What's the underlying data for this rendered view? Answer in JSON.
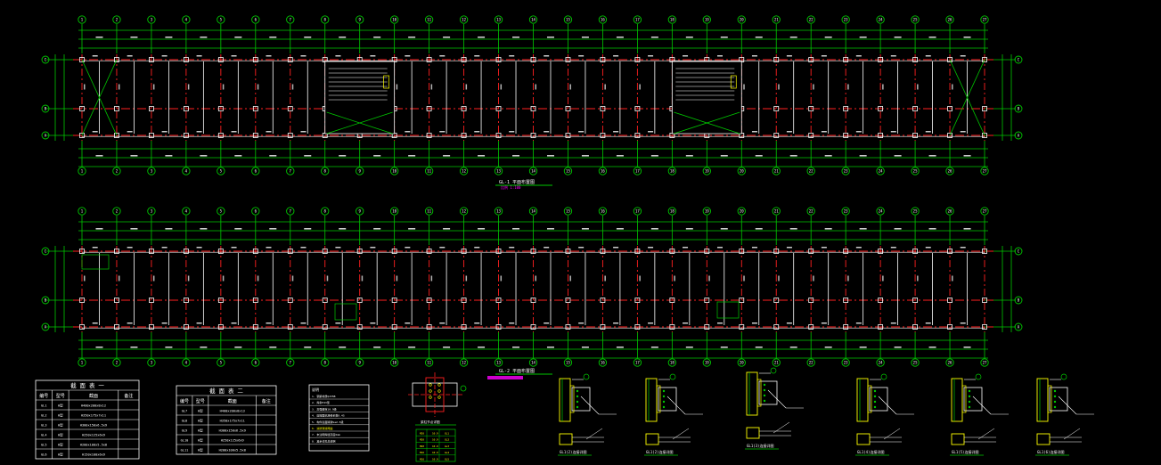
{
  "colors": {
    "background": "#000000",
    "grid": "#00c800",
    "column_line": "#ff2020",
    "beam": "#ffffff",
    "yellow": "#ffff00",
    "cyan": "#00ffff",
    "magenta": "#ff00ff"
  },
  "column_axes": [
    "1",
    "2",
    "3",
    "4",
    "5",
    "6",
    "7",
    "8",
    "9",
    "10",
    "11",
    "12",
    "13",
    "14",
    "15",
    "16",
    "17",
    "18",
    "19",
    "20",
    "21",
    "22",
    "23",
    "24",
    "25",
    "26",
    "27"
  ],
  "row_axes": [
    "C",
    "B",
    "A"
  ],
  "plan1": {
    "title": "GL-1 平面布置图"
  },
  "plan2": {
    "title": "GL-2 平面布置图"
  },
  "table1": {
    "title": "截 面 表 一",
    "headers": [
      "编号",
      "型号",
      "截面",
      "备注"
    ],
    "rows": [
      [
        "GL1",
        "H型",
        "H400x200x8x12",
        ""
      ],
      [
        "GL2",
        "H型",
        "H350x175x7x11",
        ""
      ],
      [
        "GL3",
        "H型",
        "H300x150x6.5x9",
        ""
      ],
      [
        "GL4",
        "H型",
        "H250x125x6x9",
        ""
      ],
      [
        "GL5",
        "H型",
        "H200x100x5.5x8",
        ""
      ],
      [
        "GL6",
        "H型",
        "H150x100x6x9",
        ""
      ]
    ]
  },
  "table2": {
    "title": "截 面 表 二",
    "headers": [
      "编号",
      "型号",
      "截面",
      "备注"
    ],
    "rows": [
      [
        "GL7",
        "H型",
        "H400x200x8x13",
        ""
      ],
      [
        "GL8",
        "H型",
        "H350x175x7x11",
        ""
      ],
      [
        "GL9",
        "H型",
        "H300x150x6.5x9",
        ""
      ],
      [
        "GL10",
        "H型",
        "H250x125x6x9",
        ""
      ],
      [
        "GL11",
        "H型",
        "H200x100x5.5x8",
        ""
      ]
    ]
  },
  "notes": {
    "title": "说明",
    "lines": [
      "1. 钢梁材质Q235B",
      "2. 焊条E43型",
      "3. 高强螺栓10.9级",
      "4. 摩擦面抗滑移系数0.45",
      "5. 构件表面除锈Sa2.5级",
      "6. 涂防锈漆两遍",
      "7. 未注明焊缝高度6mm",
      "8. 其余详见总说明"
    ]
  },
  "detail_small": {
    "caption": "梁柱节点详图",
    "table": [
      [
        "M20",
        "10.9",
        "GL1"
      ],
      [
        "M20",
        "10.9",
        "GL2"
      ],
      [
        "M20",
        "10.9",
        "GL3"
      ],
      [
        "M16",
        "10.9",
        "GL4"
      ],
      [
        "M16",
        "10.9",
        "GL5"
      ]
    ]
  },
  "details": [
    {
      "caption": "GL1(2)连接详图"
    },
    {
      "caption": "GL1(2)连接详图"
    },
    {
      "caption": "GL1(3)连接详图"
    },
    {
      "caption": "GL1(4)连接详图"
    },
    {
      "caption": "GL1(5)连接详图"
    },
    {
      "caption": "GL1(6)连接详图"
    }
  ],
  "plan1_subnote": "比例 1:100"
}
